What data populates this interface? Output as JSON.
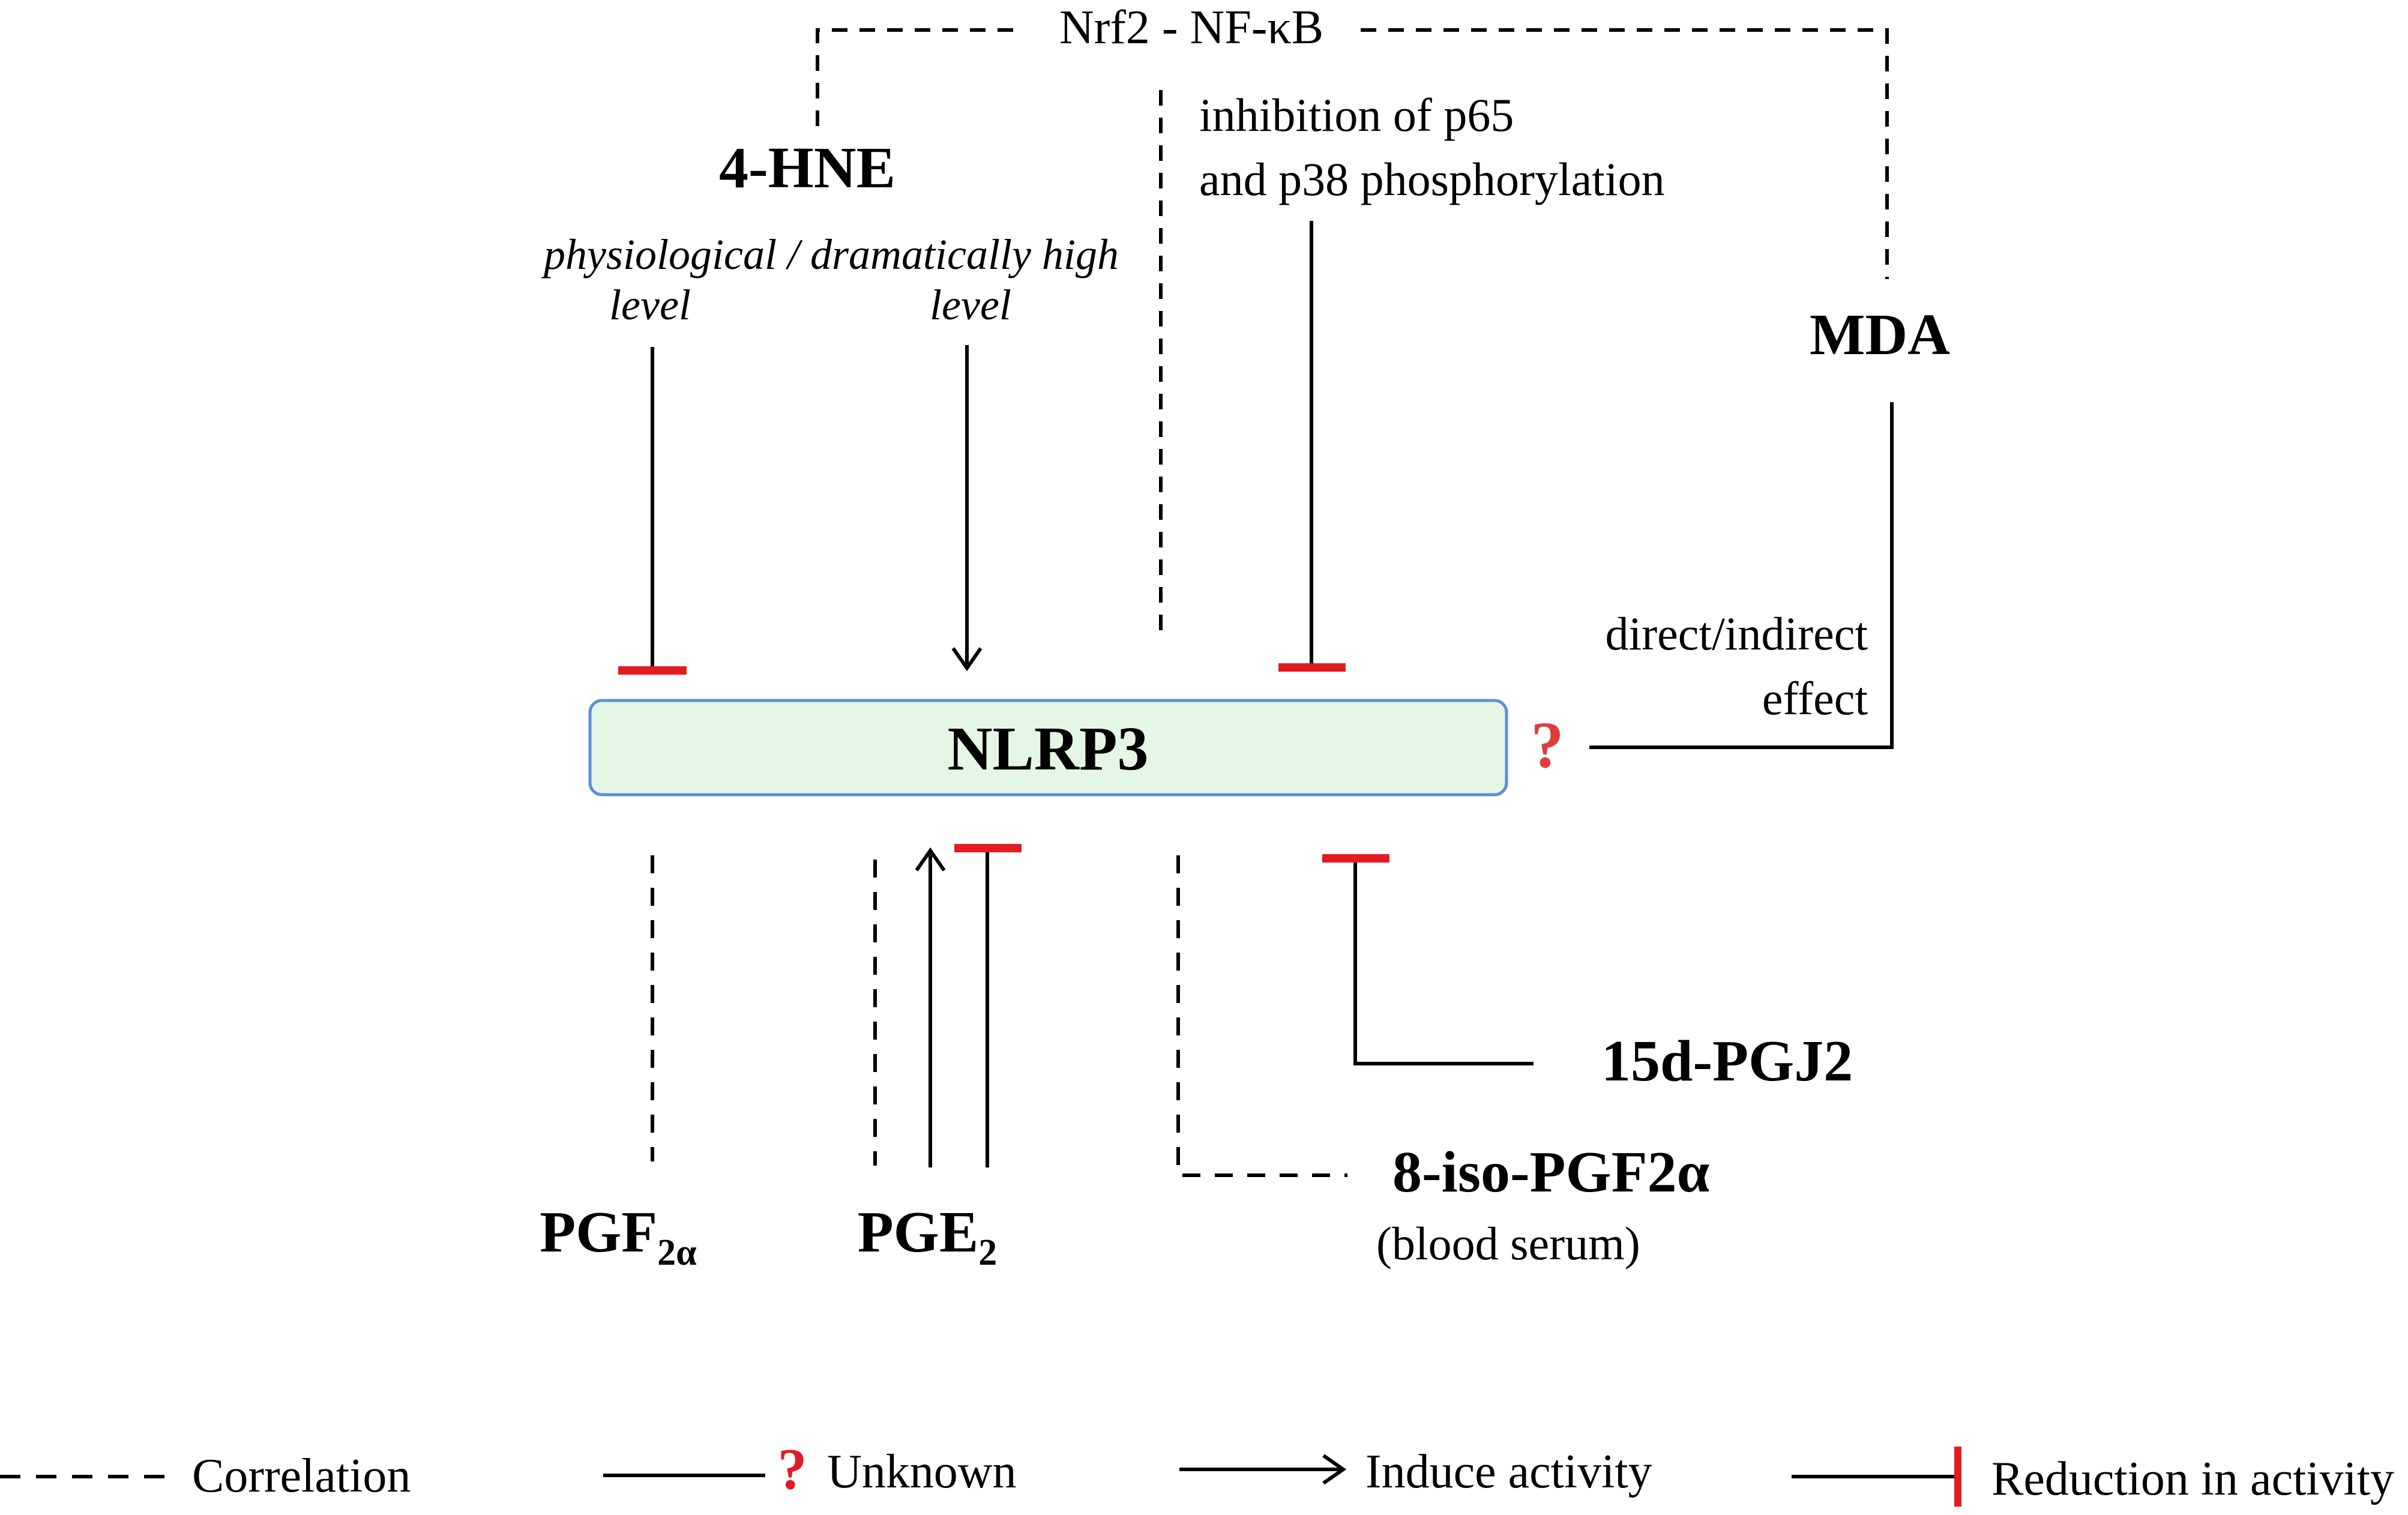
{
  "top_link": {
    "label": "Nrf2 - NF-κB"
  },
  "hne": {
    "title": "4-HNE",
    "level_line1": "physiological / dramatically high",
    "level_left": "level",
    "level_right": "level"
  },
  "p65": {
    "line1": "inhibition of  p65",
    "line2": "and p38 phosphorylation"
  },
  "mda": {
    "title": "MDA",
    "effect_line1": "direct/indirect",
    "effect_line2": "effect"
  },
  "center": {
    "label": "NLRP3",
    "box_fill": "#e4f7e4",
    "box_stroke": "#5b8fd8"
  },
  "bottom": {
    "pgf": {
      "base": "PGF",
      "sub": "2α"
    },
    "pge": {
      "base": "PGE",
      "sub": "2"
    },
    "iso": {
      "title": "8-iso-PGF2α",
      "note": "(blood serum)"
    },
    "pgj": {
      "title": "15d-PGJ2"
    }
  },
  "question_mark": "?",
  "legend": {
    "correlation": "Correlation",
    "unknown": "Unknown",
    "induce": "Induce activity",
    "reduction": "Reduction in activity"
  },
  "colors": {
    "inhibit": "#e31b23",
    "question": "#e03c3c",
    "line": "#000000"
  }
}
